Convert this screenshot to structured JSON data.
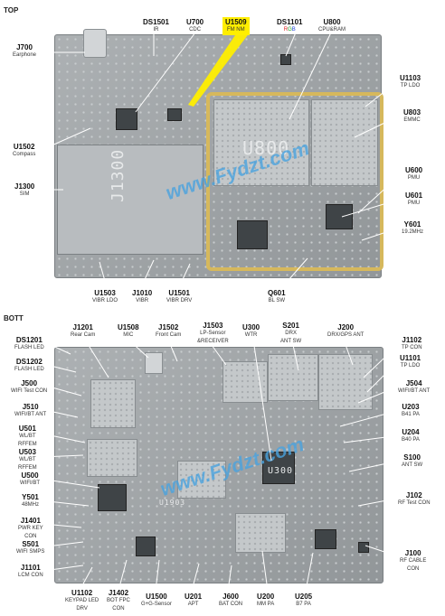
{
  "sections": {
    "top": "TOP",
    "bottom": "BOTT"
  },
  "silkscreen": {
    "u800": "U800",
    "j1300": "J1300",
    "u300": "U300",
    "u1903": "U1903"
  },
  "watermark": "www.Fydzt.com",
  "colors": {
    "board": "#9ea3a6",
    "gold_frame": "#d6b85c",
    "highlight": "#ffee00",
    "leader": "#ffffff",
    "watermark": "#4aa3df"
  },
  "top_labels": {
    "ds1501": {
      "title": "DS1501",
      "sub": "IR"
    },
    "u700": {
      "title": "U700",
      "sub": "CDC"
    },
    "u1509": {
      "title": "U1509",
      "sub": "FM NM"
    },
    "ds1101": {
      "title": "DS1101",
      "sub_r": "R",
      "sub_g": "G",
      "sub_b": "B"
    },
    "u800": {
      "title": "U800",
      "sub": "CPU&RAM"
    },
    "j700": {
      "title": "J700",
      "sub": "Earphone"
    },
    "u1103": {
      "title": "U1103",
      "sub": "TP LDO"
    },
    "u803": {
      "title": "U803",
      "sub": "EMMC"
    },
    "u1502": {
      "title": "U1502",
      "sub": "Compass"
    },
    "u600": {
      "title": "U600",
      "sub": "PMU"
    },
    "j1300": {
      "title": "J1300",
      "sub": "SIM"
    },
    "u601": {
      "title": "U601",
      "sub": "PMU"
    },
    "y601": {
      "title": "Y601",
      "sub": "19.2MHz"
    },
    "u1503": {
      "title": "U1503",
      "sub": "VIBR LDO"
    },
    "j1010": {
      "title": "J1010",
      "sub": "VIBR"
    },
    "u1501": {
      "title": "U1501",
      "sub": "VIBR DRV"
    },
    "q601": {
      "title": "Q601",
      "sub": "BL SW"
    }
  },
  "bottom_labels": {
    "j1201": {
      "title": "J1201",
      "sub": "Rear Cam"
    },
    "u1508": {
      "title": "U1508",
      "sub": "MIC"
    },
    "j1502": {
      "title": "J1502",
      "sub": "Front Cam"
    },
    "j1503": {
      "title": "J1503",
      "sub": "LP-Sensor",
      "sub2": "&RECEIVER"
    },
    "u300": {
      "title": "U300",
      "sub": "WTR"
    },
    "s201": {
      "title": "S201",
      "sub": "DRX",
      "sub2": "ANT SW"
    },
    "j200": {
      "title": "J200",
      "sub": "DRX/GPS ANT"
    },
    "ds1201": {
      "title": "DS1201",
      "sub": "FLASH LED"
    },
    "j1102": {
      "title": "J1102",
      "sub": "TP CON"
    },
    "ds1202": {
      "title": "DS1202",
      "sub": "FLASH LED"
    },
    "u1101": {
      "title": "U1101",
      "sub": "TP LDO"
    },
    "j500": {
      "title": "J500",
      "sub": "WIFI Test CON"
    },
    "j504": {
      "title": "J504",
      "sub": "WIFI/BT ANT"
    },
    "j510": {
      "title": "J510",
      "sub": "WIFI/BT ANT"
    },
    "u203": {
      "title": "U203",
      "sub": "B41 PA"
    },
    "u501": {
      "title": "U501",
      "sub": "WL/BT",
      "sub2": "RFFEM"
    },
    "u204": {
      "title": "U204",
      "sub": "B40 PA"
    },
    "u503": {
      "title": "U503",
      "sub": "WL/BT",
      "sub2": "RFFEM"
    },
    "s100": {
      "title": "S100",
      "sub": "ANT SW"
    },
    "u500": {
      "title": "U500",
      "sub": "WIFI/BT"
    },
    "y501": {
      "title": "Y501",
      "sub": "48MHz"
    },
    "j102": {
      "title": "J102",
      "sub": "RF Test CON"
    },
    "j1401": {
      "title": "J1401",
      "sub": "PWR KEY",
      "sub2": "CON"
    },
    "s501": {
      "title": "S501",
      "sub": "WIFI SMPS"
    },
    "j100": {
      "title": "J100",
      "sub": "RF CABLE",
      "sub2": "CON"
    },
    "j1101": {
      "title": "J1101",
      "sub": "LCM CON"
    },
    "u1102": {
      "title": "U1102",
      "sub": "KEYPAD LED",
      "sub2": "DRV"
    },
    "j1402": {
      "title": "J1402",
      "sub": "BOT FPC",
      "sub2": "CON"
    },
    "u1500": {
      "title": "U1500",
      "sub": "G+G-Sensor"
    },
    "u201": {
      "title": "U201",
      "sub": "APT"
    },
    "j600": {
      "title": "J600",
      "sub": "BAT CON"
    },
    "u200": {
      "title": "U200",
      "sub": "MM PA"
    },
    "u205": {
      "title": "U205",
      "sub": "B7 PA"
    }
  }
}
